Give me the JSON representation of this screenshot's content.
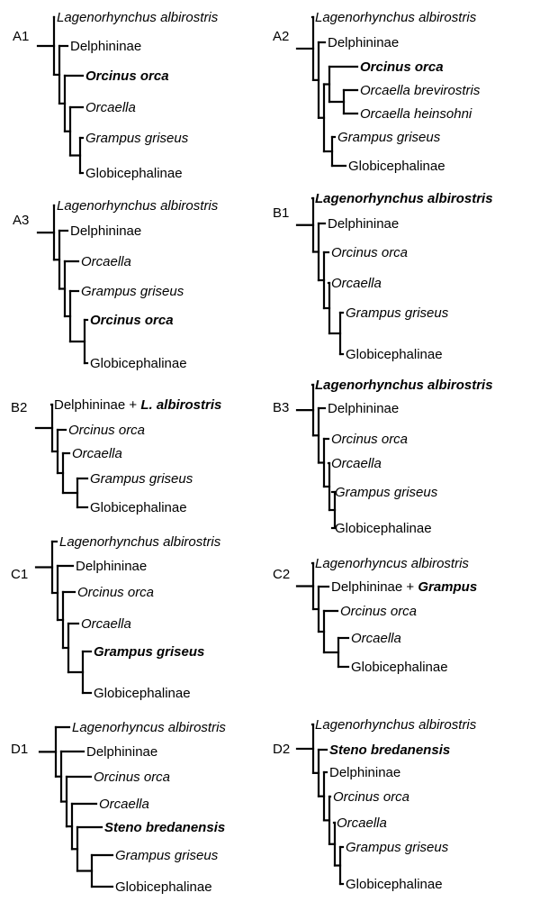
{
  "panels": [
    {
      "id": "A1",
      "tips": [
        {
          "segments": [
            {
              "text": "Lagenorhynchus albirostris",
              "italic": true,
              "bold": false
            }
          ]
        },
        {
          "segments": [
            {
              "text": "Delphininae",
              "italic": false,
              "bold": false
            }
          ]
        },
        {
          "segments": [
            {
              "text": "Orcinus orca",
              "italic": true,
              "bold": true
            }
          ]
        },
        {
          "segments": [
            {
              "text": "Orcaella",
              "italic": true,
              "bold": false
            }
          ]
        },
        {
          "segments": [
            {
              "text": "Grampus griseus",
              "italic": true,
              "bold": false
            }
          ]
        },
        {
          "segments": [
            {
              "text": "Globicephalinae",
              "italic": false,
              "bold": false
            }
          ]
        }
      ]
    },
    {
      "id": "A2",
      "tips": [
        {
          "segments": [
            {
              "text": "Lagenorhynchus albirostris",
              "italic": true,
              "bold": false
            }
          ]
        },
        {
          "segments": [
            {
              "text": "Delphininae",
              "italic": false,
              "bold": false
            }
          ]
        },
        {
          "segments": [
            {
              "text": "Orcinus orca",
              "italic": true,
              "bold": true
            }
          ]
        },
        {
          "segments": [
            {
              "text": "Orcaella brevirostris",
              "italic": true,
              "bold": false
            }
          ]
        },
        {
          "segments": [
            {
              "text": "Orcaella heinsohni",
              "italic": true,
              "bold": false
            }
          ]
        },
        {
          "segments": [
            {
              "text": "Grampus griseus",
              "italic": true,
              "bold": false
            }
          ]
        },
        {
          "segments": [
            {
              "text": "Globicephalinae",
              "italic": false,
              "bold": false
            }
          ]
        }
      ]
    },
    {
      "id": "A3",
      "tips": [
        {
          "segments": [
            {
              "text": "Lagenorhynchus albirostris",
              "italic": true,
              "bold": false
            }
          ]
        },
        {
          "segments": [
            {
              "text": "Delphininae",
              "italic": false,
              "bold": false
            }
          ]
        },
        {
          "segments": [
            {
              "text": "Orcaella",
              "italic": true,
              "bold": false
            }
          ]
        },
        {
          "segments": [
            {
              "text": "Grampus griseus",
              "italic": true,
              "bold": false
            }
          ]
        },
        {
          "segments": [
            {
              "text": "Orcinus orca",
              "italic": true,
              "bold": true
            }
          ]
        },
        {
          "segments": [
            {
              "text": "Globicephalinae",
              "italic": false,
              "bold": false
            }
          ]
        }
      ]
    },
    {
      "id": "B1",
      "tips": [
        {
          "segments": [
            {
              "text": "Lagenorhynchus albirostris",
              "italic": true,
              "bold": true
            }
          ]
        },
        {
          "segments": [
            {
              "text": "Delphininae",
              "italic": false,
              "bold": false
            }
          ]
        },
        {
          "segments": [
            {
              "text": "Orcinus orca",
              "italic": true,
              "bold": false
            }
          ]
        },
        {
          "segments": [
            {
              "text": "Orcaella",
              "italic": true,
              "bold": false
            }
          ]
        },
        {
          "segments": [
            {
              "text": "Grampus griseus",
              "italic": true,
              "bold": false
            }
          ]
        },
        {
          "segments": [
            {
              "text": "Globicephalinae",
              "italic": false,
              "bold": false
            }
          ]
        }
      ]
    },
    {
      "id": "B2",
      "tips": [
        {
          "segments": [
            {
              "text": "Delphininae + ",
              "italic": false,
              "bold": false
            },
            {
              "text": "L. albirostris",
              "italic": true,
              "bold": true
            }
          ]
        },
        {
          "segments": [
            {
              "text": "Orcinus orca",
              "italic": true,
              "bold": false
            }
          ]
        },
        {
          "segments": [
            {
              "text": "Orcaella",
              "italic": true,
              "bold": false
            }
          ]
        },
        {
          "segments": [
            {
              "text": "Grampus griseus",
              "italic": true,
              "bold": false
            }
          ]
        },
        {
          "segments": [
            {
              "text": "Globicephalinae",
              "italic": false,
              "bold": false
            }
          ]
        }
      ]
    },
    {
      "id": "B3",
      "tips": [
        {
          "segments": [
            {
              "text": "Lagenorhynchus albirostris",
              "italic": true,
              "bold": true
            }
          ]
        },
        {
          "segments": [
            {
              "text": "Delphininae",
              "italic": false,
              "bold": false
            }
          ]
        },
        {
          "segments": [
            {
              "text": "Orcinus orca",
              "italic": true,
              "bold": false
            }
          ]
        },
        {
          "segments": [
            {
              "text": "Orcaella",
              "italic": true,
              "bold": false
            }
          ]
        },
        {
          "segments": [
            {
              "text": "Grampus griseus",
              "italic": true,
              "bold": false
            }
          ]
        },
        {
          "segments": [
            {
              "text": "Globicephalinae",
              "italic": false,
              "bold": false
            }
          ]
        }
      ]
    },
    {
      "id": "C1",
      "tips": [
        {
          "segments": [
            {
              "text": "Lagenorhynchus albirostris",
              "italic": true,
              "bold": false
            }
          ]
        },
        {
          "segments": [
            {
              "text": "Delphininae",
              "italic": false,
              "bold": false
            }
          ]
        },
        {
          "segments": [
            {
              "text": "Orcinus orca",
              "italic": true,
              "bold": false
            }
          ]
        },
        {
          "segments": [
            {
              "text": "Orcaella",
              "italic": true,
              "bold": false
            }
          ]
        },
        {
          "segments": [
            {
              "text": "Grampus griseus",
              "italic": true,
              "bold": true
            }
          ]
        },
        {
          "segments": [
            {
              "text": "Globicephalinae",
              "italic": false,
              "bold": false
            }
          ]
        }
      ]
    },
    {
      "id": "C2",
      "tips": [
        {
          "segments": [
            {
              "text": "Lagenorhyncus albirostris",
              "italic": true,
              "bold": false
            }
          ]
        },
        {
          "segments": [
            {
              "text": "Delphininae + ",
              "italic": false,
              "bold": false
            },
            {
              "text": "Grampus",
              "italic": true,
              "bold": true
            }
          ]
        },
        {
          "segments": [
            {
              "text": "Orcinus orca",
              "italic": true,
              "bold": false
            }
          ]
        },
        {
          "segments": [
            {
              "text": "Orcaella",
              "italic": true,
              "bold": false
            }
          ]
        },
        {
          "segments": [
            {
              "text": "Globicephalinae",
              "italic": false,
              "bold": false
            }
          ]
        }
      ]
    },
    {
      "id": "D1",
      "tips": [
        {
          "segments": [
            {
              "text": "Lagenorhyncus albirostris",
              "italic": true,
              "bold": false
            }
          ]
        },
        {
          "segments": [
            {
              "text": "Delphininae",
              "italic": false,
              "bold": false
            }
          ]
        },
        {
          "segments": [
            {
              "text": "Orcinus orca",
              "italic": true,
              "bold": false
            }
          ]
        },
        {
          "segments": [
            {
              "text": "Orcaella",
              "italic": true,
              "bold": false
            }
          ]
        },
        {
          "segments": [
            {
              "text": "Steno bredanensis",
              "italic": true,
              "bold": true
            }
          ]
        },
        {
          "segments": [
            {
              "text": "Grampus griseus",
              "italic": true,
              "bold": false
            }
          ]
        },
        {
          "segments": [
            {
              "text": "Globicephalinae",
              "italic": false,
              "bold": false
            }
          ]
        }
      ]
    },
    {
      "id": "D2",
      "tips": [
        {
          "segments": [
            {
              "text": "Lagenorhynchus albirostris",
              "italic": true,
              "bold": false
            }
          ]
        },
        {
          "segments": [
            {
              "text": "Steno bredanensis",
              "italic": true,
              "bold": true
            }
          ]
        },
        {
          "segments": [
            {
              "text": "Delphininae",
              "italic": false,
              "bold": false
            }
          ]
        },
        {
          "segments": [
            {
              "text": "Orcinus orca",
              "italic": true,
              "bold": false
            }
          ]
        },
        {
          "segments": [
            {
              "text": "Orcaella",
              "italic": true,
              "bold": false
            }
          ]
        },
        {
          "segments": [
            {
              "text": "Grampus griseus",
              "italic": true,
              "bold": false
            }
          ]
        },
        {
          "segments": [
            {
              "text": "Globicephalinae",
              "italic": false,
              "bold": false
            }
          ]
        }
      ]
    }
  ]
}
